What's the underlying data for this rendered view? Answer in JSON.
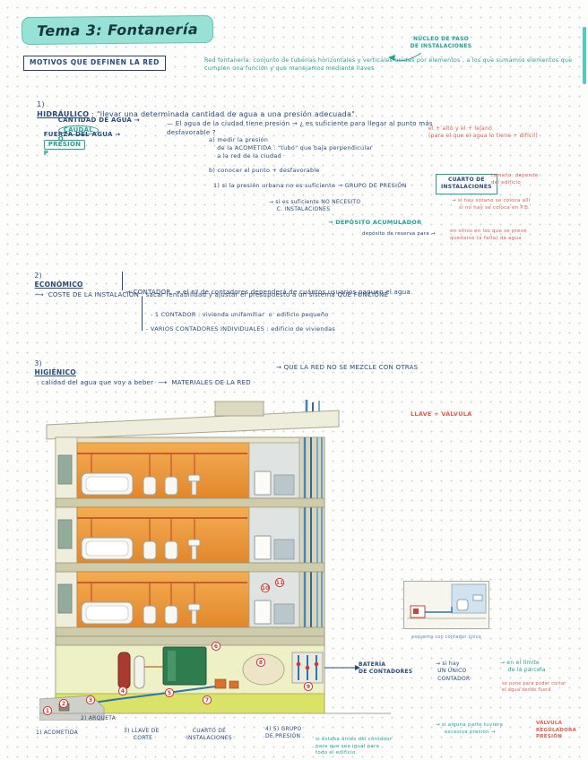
{
  "page": {
    "title": "Tema 3: Fontanería"
  },
  "top": {
    "nucleo_note": "NÚCLEO DE PASO\nDE INSTALACIONES",
    "motivos_box": "MOTIVOS QUE DEFINEN LA RED",
    "definition": "Red fontanería: conjunto de tuberías horizontales y verticales unidas por elementos , a los que sumamos elementos que cumplen una función y que manejamos mediante llaves"
  },
  "hidraulico": {
    "number": "1)",
    "name": "HIDRÁULICO",
    "quote": " : \"llevar una determinada cantidad de agua a una presión adecuada\".",
    "cantidad_label": "CANTIDAD DE AGUA →",
    "caudal": "CAUDAL",
    "caudal_symbol": "Q",
    "fuerza_label": "FUERZA DEL AGUA →",
    "presion": "PRESIÓN",
    "presion_symbol": "P",
    "ciudad_line": "— El agua de la ciudad tiene presión → ¿ es suficiente para llegar al punto más desfavorable ?",
    "desfavorable_red": "el + alto y el + lejano\n(para el que el agua lo tiene + difícil)",
    "step_a": "a) medir la presión\n    de la ACOMETIDA : \"tubo\" que baja perpendicular\n    a la red de la ciudad",
    "step_b": "b) conocer el punto + desfavorable",
    "step_1": "1) si la presión urbana no es suficiente → GRUPO DE PRESIÓN",
    "cuarto_box": "CUARTO DE\nINSTALACIONES",
    "tamano_red": "tamaño: depende\ndel edificio",
    "suficiente_line": "→ si es suficiente NO NECESITO\n    C. INSTALACIONES",
    "sotano_red": "→ si hay sótano se coloca allí\n    si no hay se coloca en P.B.",
    "deposito": "→ DEPÓSITO ACUMULADOR",
    "deposito_note": "depósito de reserva para →",
    "deposito_note_red": "en sitios en los que se prevé\nquedarse (a falta) de agua"
  },
  "economico": {
    "number": "2)",
    "name": "ECONÓMICO",
    "coste": "⟶  COSTE DE LA INSTALACIÓN : sacar rentabilidad y ajustar el presupuesto a un sistema QUE FUNCIONE",
    "contador": "→ CONTADOR  → el nº de contadores dependerá de cuántos usuarios paguen el agua",
    "bullet1": "- 1 CONTADOR : vivienda unifamiliar  o  edificio pequeño",
    "bullet2": "- VARIOS CONTADORES INDIVIDUALES : edificio de viviendas"
  },
  "higienico": {
    "number": "3)",
    "name": "HIGIÉNICO",
    "line1": " : calidad del agua que voy a beber  ⟶  MATERIALES DE LA RED",
    "line2": "→ QUE LA RED NO SE MEZCLE CON OTRAS"
  },
  "illustration": {
    "llave_valvula": "LLAVE + VÁLVULA",
    "markers": [
      "1",
      "2",
      "3",
      "4",
      "5",
      "6",
      "7",
      "8",
      "9",
      "10",
      "11"
    ],
    "inset_caption": "esquema con contador único"
  },
  "bottom": {
    "bateria": "BATERÍA\nDE CONTADORES",
    "unico": "→ si hay\n UN ÚNICO\n CONTADOR",
    "limite": "→ en el límite\n    de la parcela",
    "limite_red": "se pone para poder cortar\nel agua desde fuera",
    "n1": "1) ACOMETIDA",
    "n2": "2) ARQUETA",
    "n3": "3) LLAVE DE\n     CORTE",
    "cuarto": "CUARTO DE\nINSTALACIONES",
    "n45": "4) 5) GRUPO\nDE PRESIÓN",
    "antes_contador": "si estaba antes del contador\npara que sea igual para\ntodo el edificio",
    "presion_excesiva": "→ si alguna parte tuviera\n     excesiva presión →",
    "valvula_red": "VÁLVULA\nREGULADORA\nPRESIÓN"
  }
}
